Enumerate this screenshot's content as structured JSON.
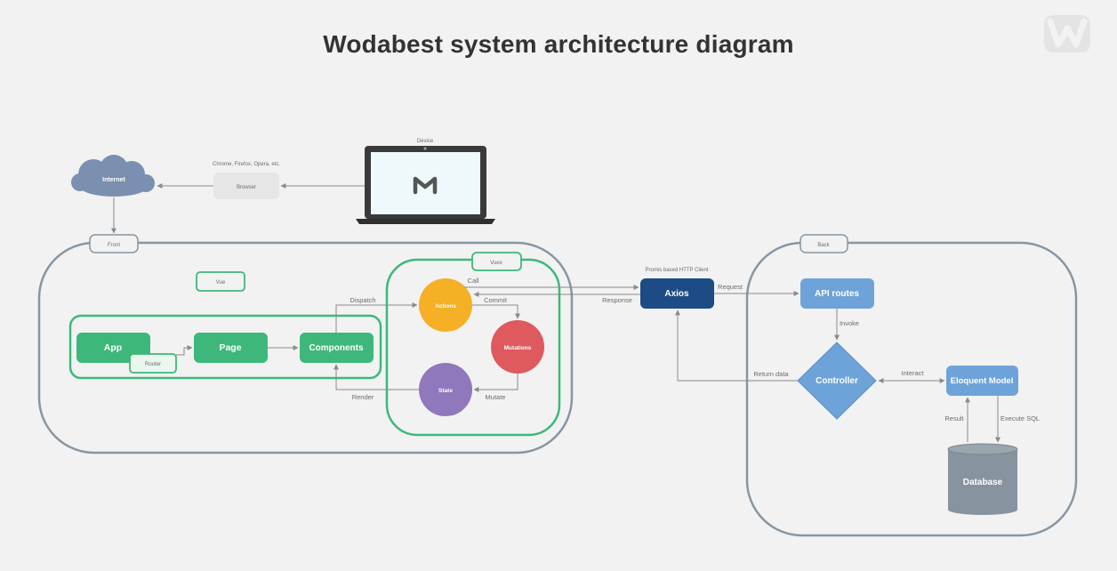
{
  "title": "Wodabest system architecture diagram",
  "logo": {
    "letter": "W",
    "icon": "wodabest-logo-icon"
  },
  "nodes": {
    "device": "Device",
    "internet": "Internet",
    "browser_caption": "Chrome, Firefox, Opera, etc.",
    "browser": "Browser",
    "front": "Front",
    "back": "Back",
    "vue": "Vue",
    "vuex": "Vuex",
    "app": "App",
    "router": "Router",
    "page": "Page",
    "components": "Components",
    "actions": "Actions",
    "mutations": "Mutations",
    "state": "State",
    "axios_caption": "Promis based HTTP Client",
    "axios": "Axios",
    "api_routes": "API routes",
    "controller": "Controller",
    "eloquent_model": "Eloquent Model",
    "database": "Database"
  },
  "edges": {
    "dispatch": "Dispatch",
    "call": "Call",
    "commit": "Commit",
    "mutate": "Mutate",
    "render": "Render",
    "response": "Response",
    "request": "Request",
    "invoke": "Invoke",
    "return_data": "Return data",
    "interact": "Interact",
    "result": "Result",
    "execute_sql": "Execute SQL"
  },
  "colors": {
    "green": "#3db87a",
    "green_border": "#3db87a",
    "container_border": "#8796a3",
    "orange": "#f5b026",
    "red": "#de5a5e",
    "purple": "#8f78bc",
    "axios": "#1d4b85",
    "blue": "#6ea3d9",
    "internet": "#7b8fb0",
    "database": "#87939e",
    "arrow": "#8a8a8a"
  }
}
